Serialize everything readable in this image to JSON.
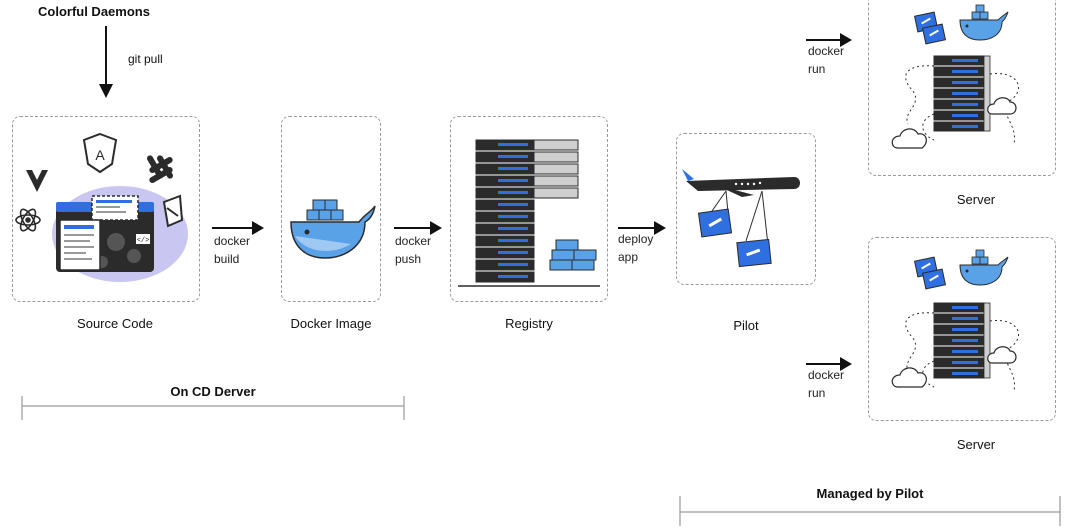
{
  "source": {
    "title": "Colorful Daemons",
    "git_label": "git pull"
  },
  "stages": {
    "source_code": "Source Code",
    "docker_image": "Docker Image",
    "registry": "Registry",
    "pilot": "Pilot",
    "server_top": "Server",
    "server_bottom": "Server"
  },
  "arrows": {
    "build": [
      "docker",
      "build"
    ],
    "push": [
      "docker",
      "push"
    ],
    "deploy": [
      "deploy",
      "app"
    ],
    "run_top": [
      "docker",
      "run"
    ],
    "run_bottom": [
      "docker",
      "run"
    ]
  },
  "groups": {
    "cd_server": "On CD Derver",
    "managed": "Managed by Pilot"
  },
  "colors": {
    "blue": "#2f6fe0",
    "docker_blue": "#5aa2e8",
    "light_purple": "#c9c6f2",
    "dark": "#2b2b2b",
    "grey": "#cfcfcf"
  }
}
